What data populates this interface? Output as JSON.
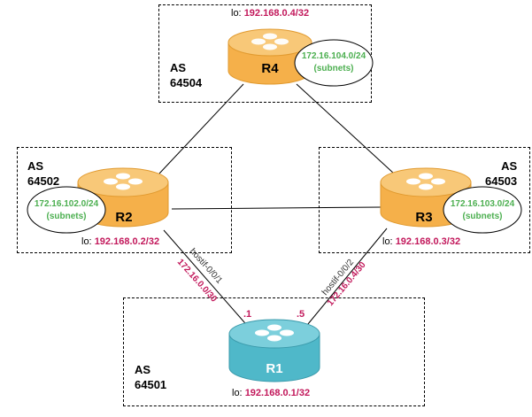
{
  "colors": {
    "router_orange": "#f5b04a",
    "router_teal": "#4fb8c9",
    "address_magenta": "#c2185b",
    "subnet_green": "#4caf50",
    "line": "#000000"
  },
  "autonomous_systems": [
    {
      "id": "as4",
      "label_as": "AS",
      "label_num": "64504",
      "lo_prefix": "lo:",
      "lo_addr": "192.168.0.4/32"
    },
    {
      "id": "as2",
      "label_as": "AS",
      "label_num": "64502",
      "lo_prefix": "lo:",
      "lo_addr": "192.168.0.2/32"
    },
    {
      "id": "as3",
      "label_as": "AS",
      "label_num": "64503",
      "lo_prefix": "lo:",
      "lo_addr": "192.168.0.3/32"
    },
    {
      "id": "as1",
      "label_as": "AS",
      "label_num": "64501",
      "lo_prefix": "lo:",
      "lo_addr": "192.168.0.1/32"
    }
  ],
  "routers": {
    "r4": {
      "name": "R4",
      "color": "orange",
      "subnet": "172.16.104.0/24",
      "subnet_note": "(subnets)"
    },
    "r2": {
      "name": "R2",
      "color": "orange",
      "subnet": "172.16.102.0/24",
      "subnet_note": "(subnets)"
    },
    "r3": {
      "name": "R3",
      "color": "orange",
      "subnet": "172.16.103.0/24",
      "subnet_note": "(subnets)"
    },
    "r1": {
      "name": "R1",
      "color": "teal"
    }
  },
  "links": {
    "r2_r1": {
      "iface": "hostif-0/0/1",
      "subnet": "172.16.0.0/30",
      "host_r1": ".1"
    },
    "r3_r1": {
      "iface": "hostif-0/0/2",
      "subnet": "172.16.0.4/30",
      "host_r1": ".5"
    }
  }
}
